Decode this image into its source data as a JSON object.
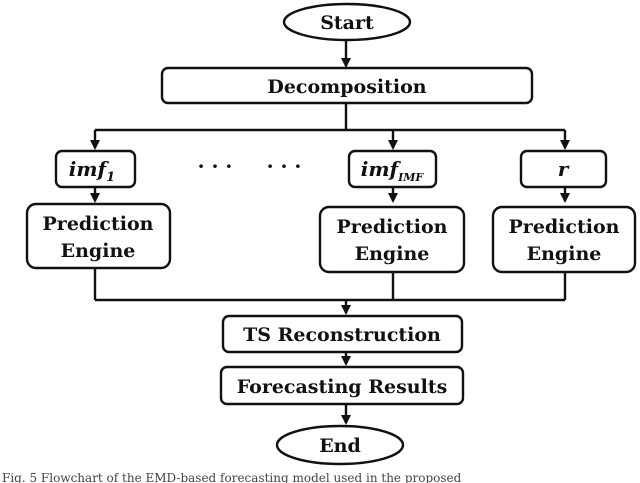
{
  "nodes": {
    "start": "Start",
    "decomposition": "Decomposition",
    "imf1_base": "imf",
    "imf1_sub": "1",
    "ellipsis_1": "· · ·",
    "ellipsis_2": "· · ·",
    "imfN_base": "imf",
    "imfN_sub": "IMF",
    "residual": "r",
    "prediction_line1": "Prediction",
    "prediction_line2": "Engine",
    "ts_reconstruction": "TS Reconstruction",
    "forecasting_results": "Forecasting Results",
    "end": "End"
  },
  "caption": "Fig. 5 Flowchart of the EMD-based forecasting model used in the proposed"
}
